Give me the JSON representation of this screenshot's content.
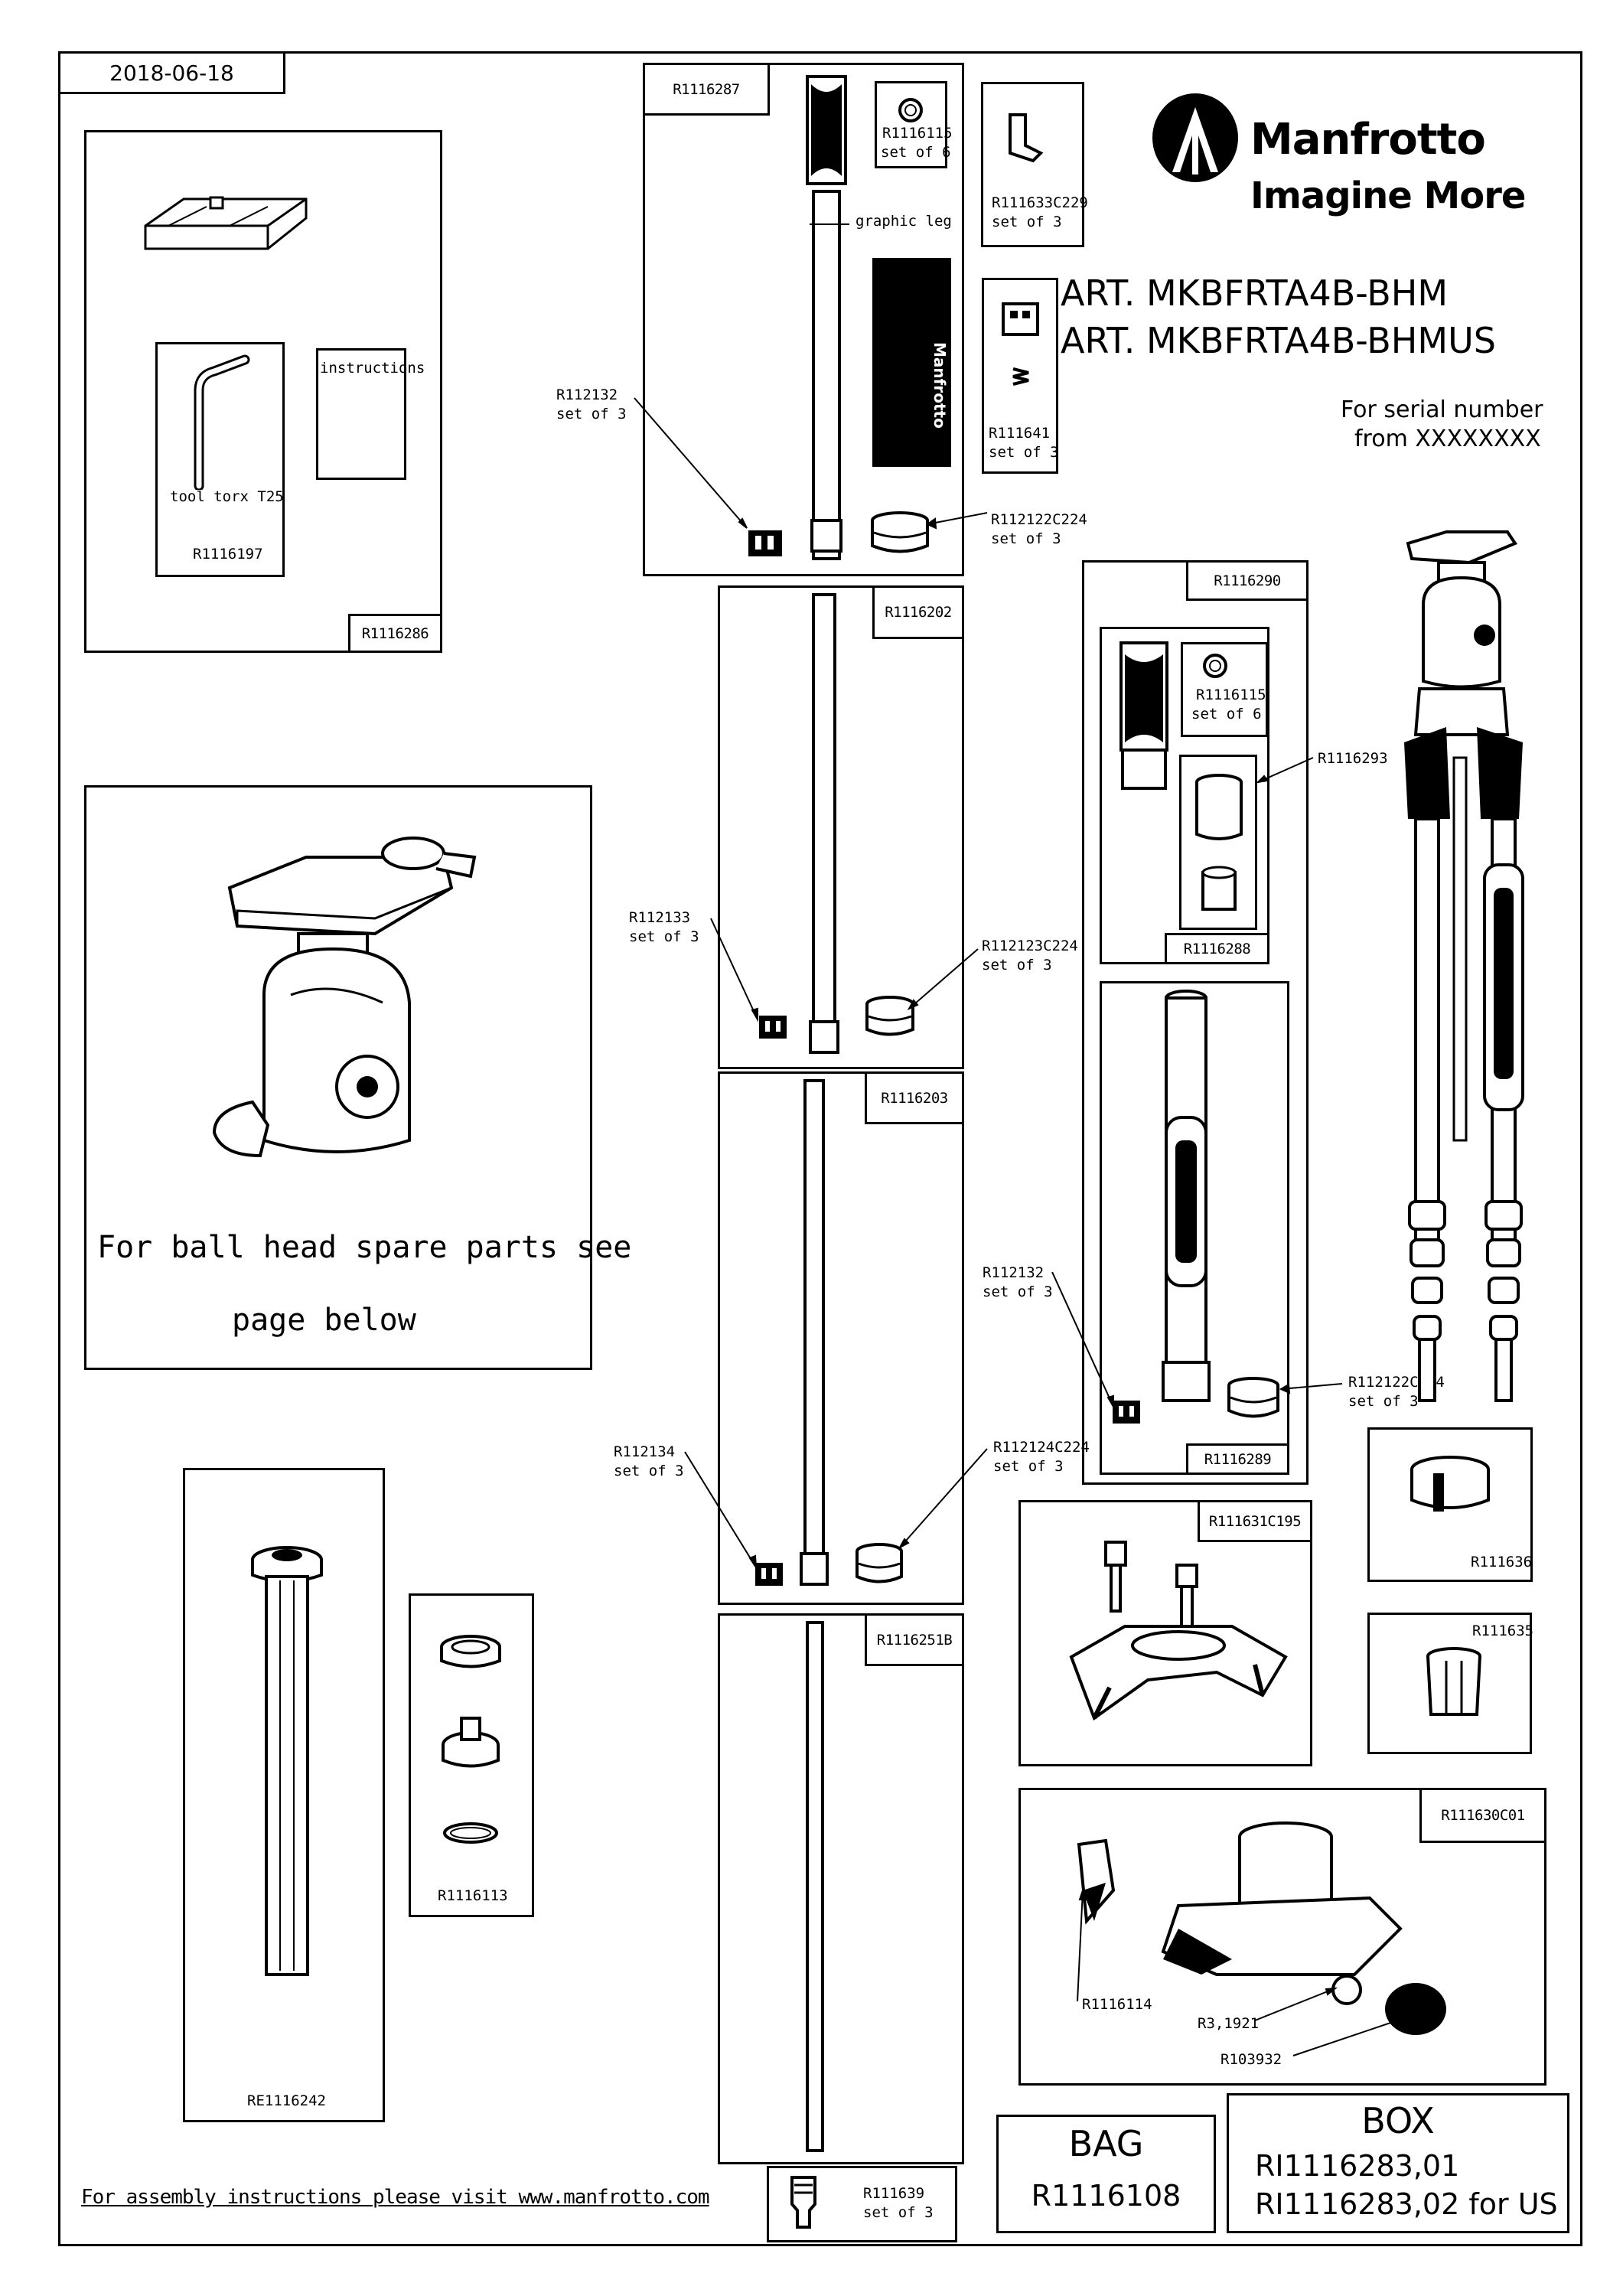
{
  "header": {
    "date": "2018-06-18",
    "brand_name": "Manfrotto",
    "brand_tagline": "Imagine More",
    "art_1": "ART. MKBFRTA4B-BHM",
    "art_2": "ART. MKBFRTA4B-BHMUS",
    "serial_line_1": "For serial number",
    "serial_line_2": "from XXXXXXXX"
  },
  "kit_box": {
    "code": "R1116286",
    "tool_label": "tool torx T25",
    "tool_code": "R1116197",
    "instructions": "instructions"
  },
  "ball_head": {
    "note_1": "For ball head spare parts see",
    "note_2": "page below"
  },
  "column": {
    "code": "RE1116242"
  },
  "column_parts": {
    "code": "R1116113"
  },
  "leg_top": {
    "code": "R1116287",
    "ring_code": "R1116115",
    "ring_qty": "set of 6",
    "graphic_leg": "graphic leg",
    "clip_code": "R112132",
    "clip_qty": "set of 3",
    "collar_code": "R112122C224",
    "collar_qty": "set of 3",
    "logo_text": "Manfrotto"
  },
  "spike": {
    "code": "R111633C229",
    "qty": "set of 3"
  },
  "lock_part": {
    "code": "R111641",
    "qty": "set of 3"
  },
  "leg_2": {
    "code": "R1116202",
    "clip_code": "R112133",
    "clip_qty": "set of 3",
    "collar_code": "R112123C224",
    "collar_qty": "set of 3"
  },
  "leg_3": {
    "code": "R1116203",
    "clip_code": "R112134",
    "clip_qty": "set of 3",
    "collar_code": "R112124C224",
    "collar_qty": "set of 3"
  },
  "leg_4": {
    "code": "R1116251B"
  },
  "foot": {
    "code": "R111639",
    "qty": "set of 3"
  },
  "grip_leg": {
    "code": "R1116290",
    "ring_code": "R1116115",
    "ring_qty": "set of 6",
    "collar_group_code": "R1116293",
    "sub_code": "R1116288",
    "lower_code": "R1116289",
    "clip_code": "R112132",
    "clip_qty": "set of 3",
    "collar_code": "R112122C224",
    "collar_qty": "set of 3"
  },
  "right_parts": {
    "ring_a": "R111636",
    "ring_b": "R111635",
    "spider": "R111631C195",
    "base": "R111630C01",
    "lever": "R1116114",
    "screw": "R3,1921",
    "knob": "R103932"
  },
  "footer": {
    "assembly_note": "For assembly instructions please visit www.manfrotto.com",
    "bag_title": "BAG",
    "bag_code": "R1116108",
    "box_title": "BOX",
    "box_code_1": "RI1116283,01",
    "box_code_2": "RI1116283,02 for US"
  }
}
